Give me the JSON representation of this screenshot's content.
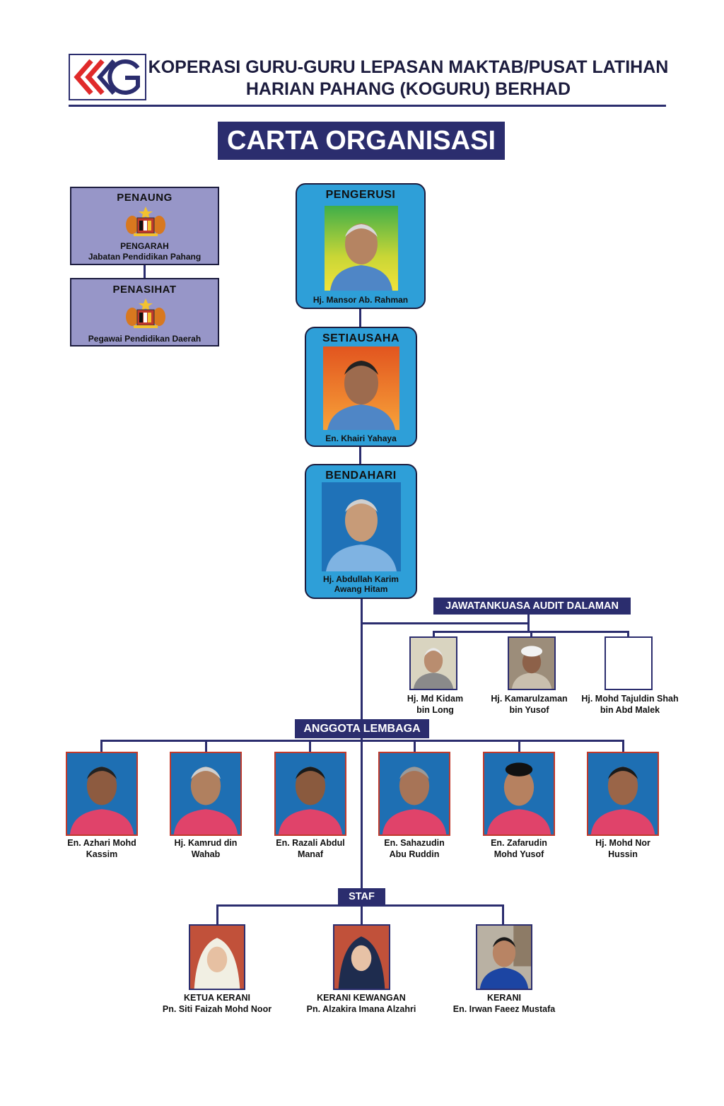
{
  "header": {
    "org_line1": "KOPERASI GURU-GURU LEPASAN MAKTAB/PUSAT LATIHAN",
    "org_line2": "HARIAN PAHANG (KOGURU) BERHAD"
  },
  "banner": {
    "title": "CARTA ORGANISASI"
  },
  "penaung": {
    "title": "PENAUNG",
    "line1": "PENGARAH",
    "line2": "Jabatan Pendidikan Pahang"
  },
  "penasihat": {
    "title": "PENASIHAT",
    "line1": "Pegawai Pendidikan Daerah"
  },
  "pengerusi": {
    "title": "PENGERUSI",
    "name": "Hj. Mansor Ab. Rahman"
  },
  "setiausaha": {
    "title": "SETIAUSAHA",
    "name": "En. Khairi Yahaya"
  },
  "bendahari": {
    "title": "BENDAHARI",
    "name1": "Hj. Abdullah Karim",
    "name2": "Awang Hitam"
  },
  "audit": {
    "title": "JAWATANKUASA AUDIT DALAMAN",
    "members": [
      {
        "line1": "Hj. Md Kidam",
        "line2": "bin Long"
      },
      {
        "line1": "Hj. Kamarulzaman",
        "line2": "bin Yusof"
      },
      {
        "line1": "Hj. Mohd Tajuldin Shah",
        "line2": "bin Abd Malek"
      }
    ]
  },
  "anggota": {
    "title": "ANGGOTA LEMBAGA",
    "members": [
      {
        "line1": "En. Azhari Mohd",
        "line2": "Kassim"
      },
      {
        "line1": "Hj. Kamrud din",
        "line2": "Wahab"
      },
      {
        "line1": "En. Razali Abdul",
        "line2": "Manaf"
      },
      {
        "line1": "En. Sahazudin",
        "line2": "Abu Ruddin"
      },
      {
        "line1": "En. Zafarudin",
        "line2": "Mohd Yusof"
      },
      {
        "line1": "Hj. Mohd Nor",
        "line2": "Hussin"
      }
    ]
  },
  "staf": {
    "title": "STAF",
    "members": [
      {
        "role": "KETUA KERANI",
        "name": "Pn. Siti Faizah Mohd Noor"
      },
      {
        "role": "KERANI KEWANGAN",
        "name": "Pn. Alzakira Imana Alzahri"
      },
      {
        "role": "KERANI",
        "name": "En. Irwan Faeez Mustafa"
      }
    ]
  },
  "colors": {
    "navy": "#2b2d6e",
    "blue_box": "#2e9fd8",
    "purple_box": "#9796c8",
    "board_border": "#c0392b",
    "logo_red": "#e02a2a"
  }
}
